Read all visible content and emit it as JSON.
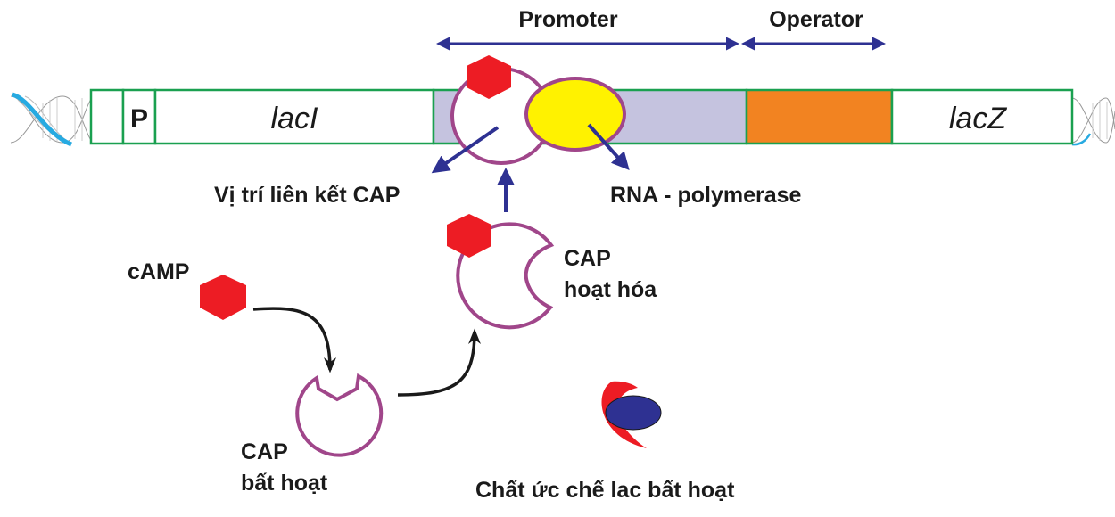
{
  "diagram": {
    "title": "Lac operon regulation by CAP-cAMP",
    "colors": {
      "gene_border": "#1aa050",
      "promoter_fill": "#c5c3df",
      "operator_fill": "#f28321",
      "cap_outline": "#a0468a",
      "camp_fill": "#ed1c24",
      "rna_pol_fill": "#fff200",
      "arrow_blue": "#2e3192",
      "inhibitor_blue": "#2e3192",
      "inhibitor_red": "#ed1c24",
      "dna_blue": "#27aae1"
    },
    "dna_segments": [
      {
        "id": "spacer",
        "label": ""
      },
      {
        "id": "p",
        "label": "P"
      },
      {
        "id": "laci",
        "label": "lacI"
      },
      {
        "id": "promoter",
        "label": ""
      },
      {
        "id": "operator",
        "label": ""
      },
      {
        "id": "lacz",
        "label": "lacZ"
      }
    ],
    "region_labels": {
      "promoter": "Promoter",
      "operator": "Operator"
    },
    "labels": {
      "cap_binding_site": "Vị trí liên kết CAP",
      "rna_polymerase": "RNA - polymerase",
      "camp": "cAMP",
      "cap_active_line1": "CAP",
      "cap_active_line2": "hoạt hóa",
      "cap_inactive_line1": "CAP",
      "cap_inactive_line2": "bất hoạt",
      "lac_inhibitor_inactive": "Chất ức chế lac bất hoạt"
    },
    "icons": {
      "dna_helix_left": "dna-helix-icon",
      "dna_helix_right": "dna-helix-icon",
      "camp": "hexagon-icon",
      "cap": "cap-protein-icon",
      "rna_polymerase": "ellipse-icon",
      "inhibitor": "inhibitor-icon"
    }
  }
}
